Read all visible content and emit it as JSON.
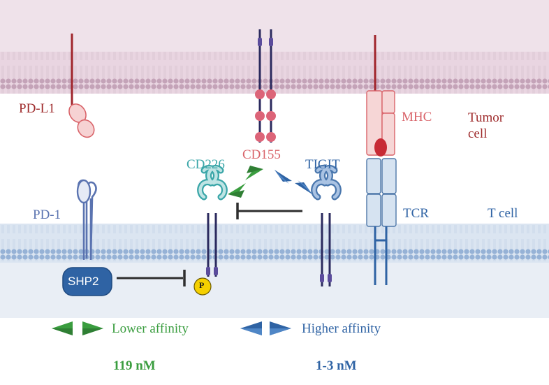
{
  "labels": {
    "pd_l1": "PD-L1",
    "cd155": "CD155",
    "mhc": "MHC",
    "tumor_cell": "Tumor\ncell",
    "cd226": "CD226",
    "tigit": "TIGIT",
    "pd_1": "PD-1",
    "tcr": "TCR",
    "t_cell": "T cell",
    "shp2": "SHP2",
    "p": "P"
  },
  "legend": {
    "lower_affinity": "Lower affinity",
    "higher_affinity": "Higher affinity",
    "lower_value": "119 nM",
    "higher_value": "1-3 nM"
  },
  "colors": {
    "tumor_bg": "#efe2e9",
    "membrane_tumor": "#c9a7bd",
    "tcell_bg": "#e8eef4",
    "membrane_tcell": "#9fb8d9",
    "pd_l1": "#a0252c",
    "cd155": "#d9646a",
    "cd226": "#3aa6a8",
    "tigit": "#2f63a4",
    "green_arrow": "#3a9d3f",
    "shp2": "#2f63a4",
    "phospho": "#f5d000"
  }
}
